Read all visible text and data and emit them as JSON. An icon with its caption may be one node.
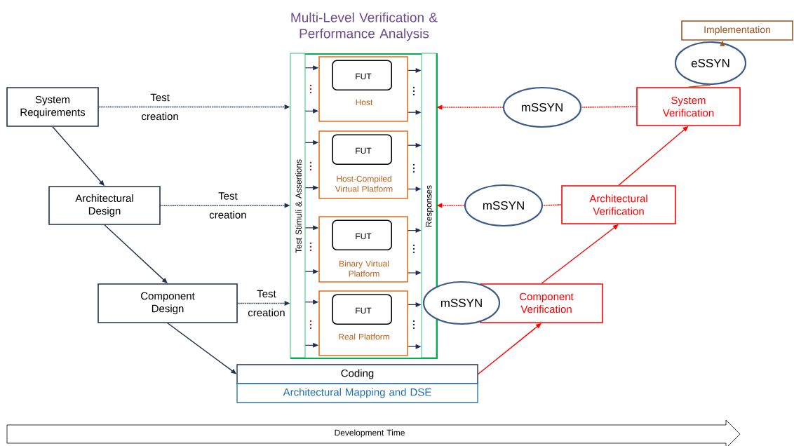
{
  "diagram": {
    "nodes": [
      {
        "text": [
          "System Requirements"
        ]
      },
      {
        "text": [
          "Architectural Design"
        ]
      },
      {
        "text": [
          "Component Design"
        ]
      },
      {
        "text": [
          "Coding"
        ]
      },
      {
        "text": [
          "Architectural Mapping and DSE"
        ]
      },
      {
        "text": [
          "Multi-Level Verification & Performance Analysis"
        ]
      },
      {
        "text": [
          "Test Stimuli & Assertions"
        ],
        "in": 5
      },
      {
        "text": [
          "Responses"
        ],
        "in": 5
      },
      {
        "text": [
          "Host"
        ],
        "in": 5
      },
      {
        "text": [
          "FUT"
        ],
        "in": 8
      },
      {
        "text": [
          "Host-Compiled Virtual Platform"
        ],
        "in": 5
      },
      {
        "text": [
          "FUT"
        ],
        "in": 10
      },
      {
        "text": [
          "Binary Virtual Platform"
        ],
        "in": 5
      },
      {
        "text": [
          "FUT"
        ],
        "in": 12
      },
      {
        "text": [
          "Real Platform"
        ],
        "in": 5
      },
      {
        "text": [
          "FUT"
        ],
        "in": 14
      },
      {
        "text": [
          "mSSYN"
        ]
      },
      {
        "text": [
          "System Verification"
        ]
      },
      {
        "text": [
          "eSSYN"
        ]
      },
      {
        "text": [
          "Implementation"
        ]
      },
      {
        "text": [
          "mSSYN"
        ]
      },
      {
        "text": [
          "Architectural Verification"
        ]
      },
      {
        "text": [
          "mSSYN"
        ]
      },
      {
        "text": [
          "Component Verification"
        ]
      },
      {
        "text": [
          "Development Time"
        ]
      }
    ],
    "edges": [
      {
        "from": 0,
        "to": 1,
        "arrow": "to"
      },
      {
        "from": 1,
        "to": 2,
        "arrow": "to"
      },
      {
        "from": 2,
        "to": 3,
        "arrow": "to"
      },
      {
        "from": 0,
        "to": 6,
        "arrow": "to",
        "style": "dashed",
        "label": "Test creation"
      },
      {
        "from": 1,
        "to": 6,
        "arrow": "to",
        "style": "dashed",
        "label": "Test creation"
      },
      {
        "from": 2,
        "to": 6,
        "arrow": "to",
        "style": "dashed",
        "label": "Test creation"
      },
      {
        "from": 6,
        "to": 8,
        "arrow": "to"
      },
      {
        "from": 6,
        "to": 8,
        "arrow": "to"
      },
      {
        "from": 6,
        "to": 10,
        "arrow": "to"
      },
      {
        "from": 6,
        "to": 10,
        "arrow": "to"
      },
      {
        "from": 6,
        "to": 12,
        "arrow": "to"
      },
      {
        "from": 6,
        "to": 12,
        "arrow": "to"
      },
      {
        "from": 6,
        "to": 14,
        "arrow": "to"
      },
      {
        "from": 6,
        "to": 14,
        "arrow": "to"
      },
      {
        "from": 8,
        "to": 7,
        "arrow": "to"
      },
      {
        "from": 8,
        "to": 7,
        "arrow": "to"
      },
      {
        "from": 10,
        "to": 7,
        "arrow": "to"
      },
      {
        "from": 10,
        "to": 7,
        "arrow": "to"
      },
      {
        "from": 12,
        "to": 7,
        "arrow": "to"
      },
      {
        "from": 12,
        "to": 7,
        "arrow": "to"
      },
      {
        "from": 14,
        "to": 7,
        "arrow": "to"
      },
      {
        "from": 14,
        "to": 7,
        "arrow": "to"
      },
      {
        "from": 17,
        "to": 16,
        "arrow": "none",
        "style": "dashed",
        "color": "#ff0000"
      },
      {
        "from": 16,
        "to": 7,
        "arrow": "to",
        "style": "dashed",
        "color": "#ff0000"
      },
      {
        "from": 21,
        "to": 20,
        "arrow": "none",
        "style": "dashed",
        "color": "#ff0000"
      },
      {
        "from": 20,
        "to": 7,
        "arrow": "to",
        "style": "dashed",
        "color": "#ff0000"
      },
      {
        "from": 3,
        "to": 23,
        "arrow": "to",
        "color": "#ff0000"
      },
      {
        "from": 23,
        "to": 21,
        "arrow": "to",
        "color": "#ff0000"
      },
      {
        "from": 21,
        "to": 17,
        "arrow": "to",
        "color": "#ff0000"
      },
      {
        "from": 17,
        "to": 18,
        "arrow": "none",
        "color": "#a0521d"
      },
      {
        "from": 18,
        "to": 19,
        "arrow": "to",
        "color": "#a0521d"
      }
    ]
  }
}
